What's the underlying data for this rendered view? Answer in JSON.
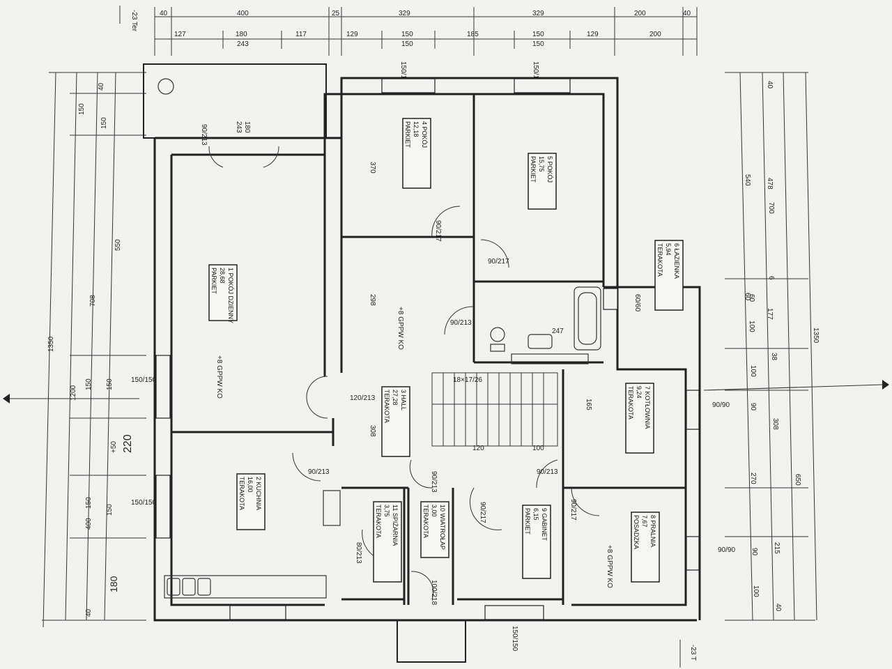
{
  "level_marker_top": "-23 Ter",
  "level_marker_bottom": "-23 T",
  "dims_top_row1": [
    "40",
    "400",
    "25",
    "329",
    "329",
    "200",
    "40"
  ],
  "dims_top_row2": [
    "127",
    "180",
    "117",
    "129",
    "150",
    "185",
    "150",
    "129",
    "200"
  ],
  "dims_top_row3": [
    "243",
    "150",
    "150"
  ],
  "dims_left": [
    "1350",
    "1200",
    "708",
    "550",
    "150",
    "150",
    "40",
    "150",
    "150",
    "400",
    "150",
    "150",
    "40"
  ],
  "dims_right": [
    "1350",
    "700",
    "650",
    "540",
    "478",
    "40",
    "177",
    "100",
    "60",
    "38",
    "100",
    "90",
    "308",
    "270",
    "215",
    "90",
    "100",
    "40",
    "60",
    "6"
  ],
  "rooms": [
    {
      "number": "1",
      "name": "POKÓJ DZIENNY",
      "area": "28,68",
      "floor": "PARKIET"
    },
    {
      "number": "2",
      "name": "KUCHNIA",
      "area": "16,00",
      "floor": "TERAKOTA"
    },
    {
      "number": "3",
      "name": "HALL",
      "area": "27,28",
      "floor": "TERAKOTA"
    },
    {
      "number": "4",
      "name": "POKÓJ",
      "area": "12,18",
      "floor": "PARKIET"
    },
    {
      "number": "5",
      "name": "POKÓJ",
      "area": "15,75",
      "floor": "PARKIET"
    },
    {
      "number": "6",
      "name": "ŁAZIENKA",
      "area": "5,94",
      "floor": "TERAKOTA"
    },
    {
      "number": "7",
      "name": "KOTŁOWNIA",
      "area": "9,24",
      "floor": "TERAKOTA"
    },
    {
      "number": "8",
      "name": "PRALNIA",
      "area": "7,67",
      "floor": "POSADZKA"
    },
    {
      "number": "9",
      "name": "GABINET",
      "area": "6,15",
      "floor": "PARKIET"
    },
    {
      "number": "10",
      "name": "WIATROŁAP",
      "area": "3,00",
      "floor": "TERAKOTA"
    },
    {
      "number": "11",
      "name": "SPIŻARNIA",
      "area": "3,75",
      "floor": "TERAKOTA"
    }
  ],
  "doors": [
    "90/217",
    "90/217",
    "90/213",
    "120/213",
    "90/213",
    "90/213",
    "90/217",
    "90/213",
    "90/217",
    "90/213",
    "100/218",
    "80/213"
  ],
  "windows": [
    "150/150",
    "150/150",
    "150/150",
    "150/150",
    "150/150",
    "60/60",
    "90/90",
    "90/90"
  ],
  "misc_labels": {
    "level_1": "+8 GPPW KO",
    "level_2": "+8 GPPW KO",
    "level_3": "+8 GPPW KO",
    "stairs": "18×17/26",
    "hall_h1": "298",
    "hall_h2": "308",
    "room4_h": "370",
    "kot_h": "165",
    "bath_w": "247",
    "hand_220": "220",
    "hand_50": "+50",
    "hand_180": "180",
    "top_180": "180",
    "top_243": "243",
    "corr_a": "120",
    "corr_b": "100"
  }
}
